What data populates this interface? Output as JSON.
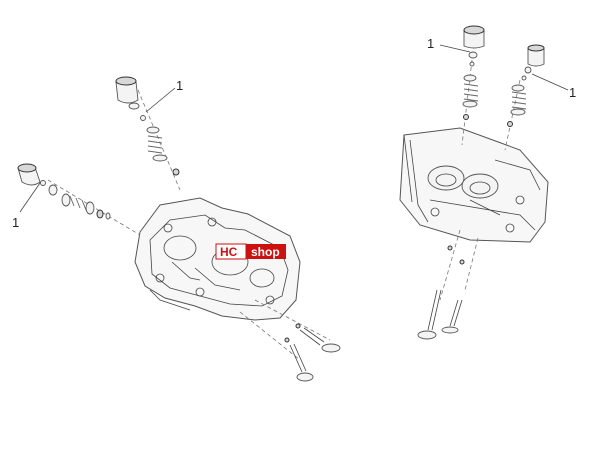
{
  "callouts": [
    {
      "label": "1"
    },
    {
      "label": "1"
    },
    {
      "label": "1"
    },
    {
      "label": "1"
    }
  ],
  "logo": {
    "text_left": "HC",
    "text_right": "shop",
    "color_left_bg": "#ffffff",
    "color_left_fg": "#cc1111",
    "color_right_bg": "#cc1111",
    "color_right_fg": "#ffffff"
  }
}
